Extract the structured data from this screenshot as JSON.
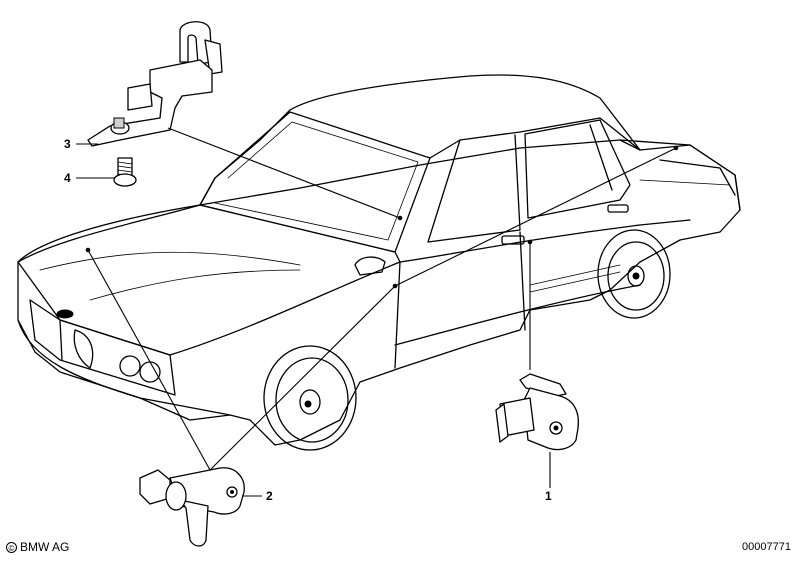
{
  "diagram": {
    "callouts": [
      {
        "id": "1",
        "label": "1"
      },
      {
        "id": "2",
        "label": "2"
      },
      {
        "id": "3",
        "label": "3"
      },
      {
        "id": "4",
        "label": "4"
      }
    ]
  },
  "footer": {
    "copyright_symbol": "©",
    "brand": "BMW AG",
    "diagram_number": "00007771"
  }
}
